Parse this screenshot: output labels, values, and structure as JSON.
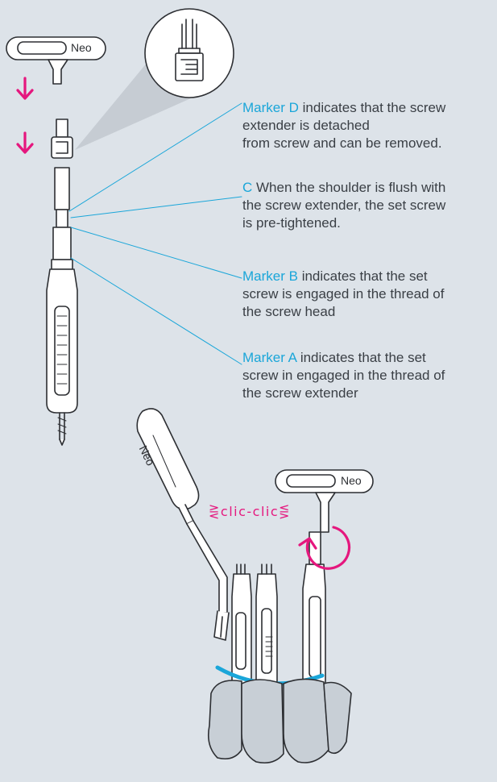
{
  "callouts": [
    {
      "marker": "Marker D",
      "text_lines": [
        "indicates that the screw",
        "extender is detached",
        "from screw and can be removed."
      ]
    },
    {
      "marker": "C",
      "text_lines": [
        "When the shoulder is flush with",
        "the screw extender, the set screw",
        "is pre-tightened."
      ]
    },
    {
      "marker": "Marker B",
      "text_lines": [
        "indicates that the set",
        "screw is engaged in the thread of",
        "the screw head"
      ]
    },
    {
      "marker": "Marker A",
      "text_lines": [
        "indicates that the set",
        "screw in engaged in the thread of",
        "the screw extender"
      ]
    }
  ],
  "handle_logo": "Neo",
  "sound_label": "clic-clic",
  "colors": {
    "background": "#dde3e9",
    "accent_magenta": "#e5177e",
    "marker_blue": "#1aa6d9",
    "outline": "#2d2f33",
    "text": "#3a3f45"
  },
  "icons": [
    "down-arrow-icon",
    "rotation-arrow-icon",
    "magnifier-callout"
  ]
}
